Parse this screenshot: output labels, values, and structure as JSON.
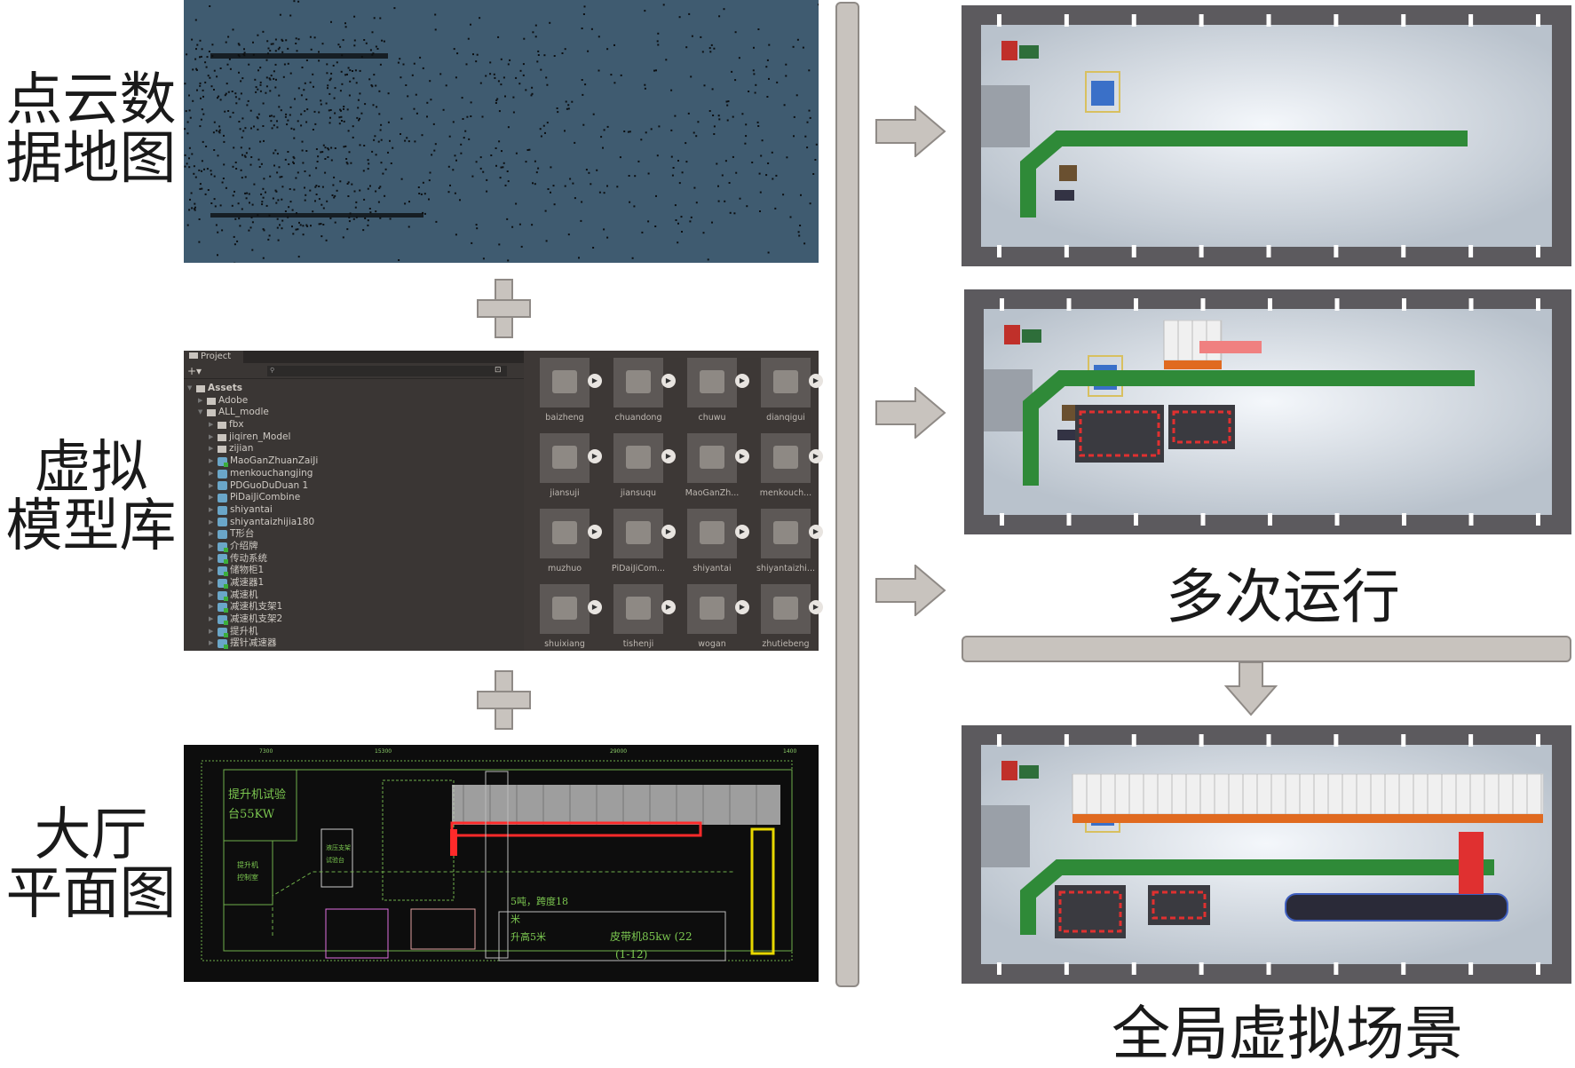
{
  "labels": {
    "point_cloud": [
      "点云数",
      "据地图"
    ],
    "model_library": [
      "虚拟",
      "模型库"
    ],
    "floor_plan": [
      "大厅",
      "平面图"
    ],
    "multi_run": "多次运行",
    "global_scene": "全局虚拟场景"
  },
  "project_panel": {
    "tab": "Project",
    "add": "+▾",
    "search_placeholder": "",
    "root": "Assets",
    "tree": [
      {
        "name": "Adobe",
        "type": "folder-pkg",
        "depth": 1,
        "open": false
      },
      {
        "name": "ALL_modle",
        "type": "folder",
        "depth": 1,
        "open": true
      },
      {
        "name": "fbx",
        "type": "folder",
        "depth": 2
      },
      {
        "name": "jiqiren_Model",
        "type": "folder",
        "depth": 2
      },
      {
        "name": "zijian",
        "type": "folder",
        "depth": 2
      },
      {
        "name": "MaoGanZhuanZaiJi",
        "type": "prefab-g",
        "depth": 2
      },
      {
        "name": "menkouchangjing",
        "type": "prefab",
        "depth": 2
      },
      {
        "name": "PDGuoDuDuan 1",
        "type": "prefab",
        "depth": 2
      },
      {
        "name": "PiDaiJiCombine",
        "type": "prefab",
        "depth": 2
      },
      {
        "name": "shiyantai",
        "type": "prefab",
        "depth": 2
      },
      {
        "name": "shiyantaizhijia180",
        "type": "prefab",
        "depth": 2
      },
      {
        "name": "T形台",
        "type": "prefab",
        "depth": 2
      },
      {
        "name": "介绍牌",
        "type": "prefab-g",
        "depth": 2
      },
      {
        "name": "传动系统",
        "type": "prefab-g",
        "depth": 2
      },
      {
        "name": "储物柜1",
        "type": "prefab-g",
        "depth": 2
      },
      {
        "name": "减速器1",
        "type": "prefab-g",
        "depth": 2
      },
      {
        "name": "减速机",
        "type": "prefab-g",
        "depth": 2
      },
      {
        "name": "减速机支架1",
        "type": "prefab-g",
        "depth": 2
      },
      {
        "name": "减速机支架2",
        "type": "prefab-g",
        "depth": 2
      },
      {
        "name": "提升机",
        "type": "prefab-g",
        "depth": 2
      },
      {
        "name": "摆针减速器",
        "type": "prefab-g",
        "depth": 2
      }
    ],
    "assets": [
      "baizheng",
      "chuandong",
      "chuwu",
      "dianqigui",
      "jiansuji",
      "jiansuqu",
      "MaoGanZh...",
      "menkouch...",
      "muzhuo",
      "PiDaiJiCom...",
      "shiyantai",
      "shiyantaizhi...",
      "shuixiang",
      "tishenji",
      "wogan",
      "zhutiebeng"
    ]
  },
  "floor_plan": {
    "texts": [
      "提升机试验",
      "台55KW",
      "提升机",
      "控制室",
      "液压支架",
      "试验台",
      "5吨，跨度18",
      "米",
      "升高5米",
      "皮带机85kw (22",
      "(1-12)"
    ],
    "dims": [
      "7300",
      "15300",
      "29000",
      "1400"
    ]
  },
  "colors": {
    "point_cloud_bg": "#3f5b70",
    "conveyor": "#2f8a38",
    "arrow": "#c8c3be"
  }
}
